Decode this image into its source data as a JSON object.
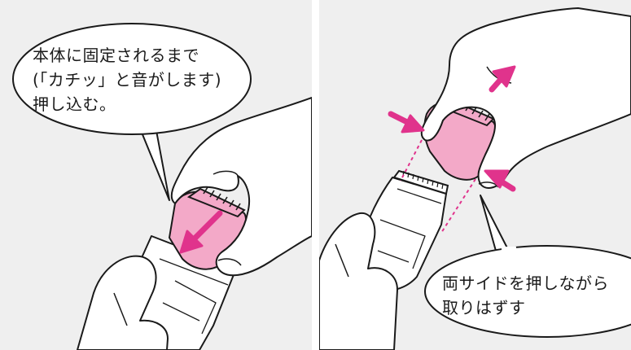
{
  "steps": [
    {
      "id": "attach",
      "caption_lines": [
        "本体に固定されるまで",
        "(「カチッ」と音がします)",
        "押し込む。"
      ],
      "arrow_direction": "down-left"
    },
    {
      "id": "remove",
      "caption_lines": [
        "両サイドを押しながら",
        "取りはずす"
      ],
      "arrow_direction": "up-right"
    }
  ],
  "colors": {
    "background": "#efefef",
    "outline": "#1a1a1a",
    "attachment": "#f3a9c8",
    "arrow": "#e0338c",
    "guide": "#e0338c"
  }
}
